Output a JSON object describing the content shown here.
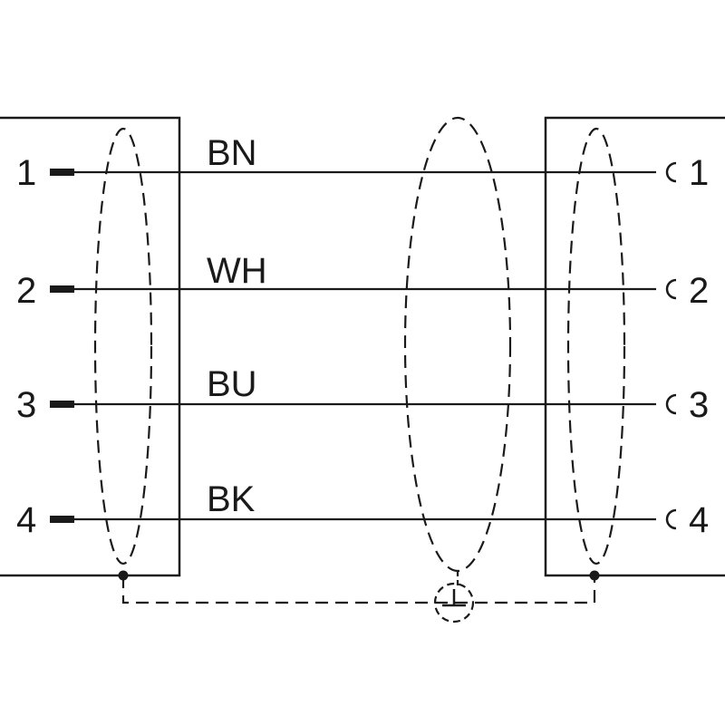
{
  "connectors": {
    "left": {
      "pins": [
        "1",
        "2",
        "3",
        "4"
      ]
    },
    "right": {
      "pins": [
        "1",
        "2",
        "3",
        "4"
      ]
    }
  },
  "wires": [
    {
      "pin": "1",
      "color_code": "BN"
    },
    {
      "pin": "2",
      "color_code": "WH"
    },
    {
      "pin": "3",
      "color_code": "BU"
    },
    {
      "pin": "4",
      "color_code": "BK"
    }
  ],
  "colors": {
    "line": "#1a1a1a",
    "background": "#ffffff"
  }
}
